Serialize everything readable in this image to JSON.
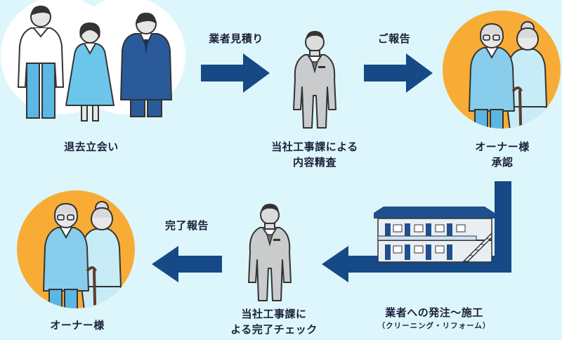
{
  "steps": {
    "tachiai": "退去立会い",
    "mitsumori": "業者見積り",
    "seisa": [
      "当社工事課による",
      "内容精査"
    ],
    "hokoku": "ご報告",
    "shonin": [
      "オーナー様",
      "承認"
    ],
    "hatchu": [
      "業者への発注〜施工",
      "（クリーニング・リフォーム）"
    ],
    "check": [
      "当社工事課に",
      "よる完了チェック"
    ],
    "kanryo_hokoku": "完了報告",
    "owner": "オーナー様"
  },
  "colors": {
    "background": "#ddf6fb",
    "arrow": "#154a87",
    "owner_circle": "#f8ac36",
    "white_circle": "#ffffff"
  }
}
